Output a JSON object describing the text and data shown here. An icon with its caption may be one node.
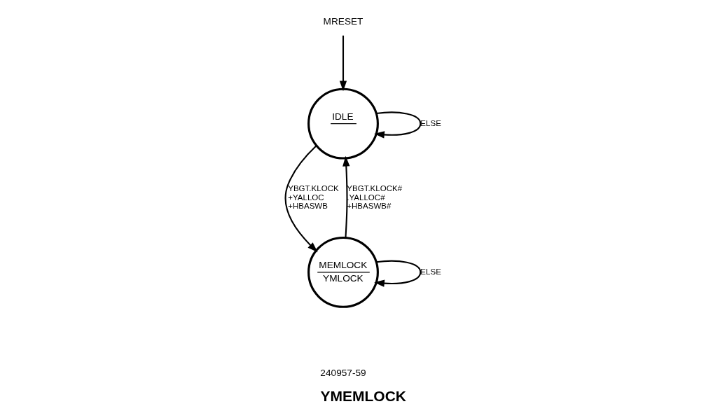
{
  "diagram": {
    "title": "YMEMLOCK",
    "nodes": [
      {
        "text": [
          "MRESET"
        ]
      },
      {
        "text": [
          "IDLE"
        ]
      },
      {
        "text": [
          "MEMLOCK",
          "YMLOCK"
        ]
      }
    ],
    "edges": [
      {
        "from": 0,
        "to": 1,
        "arrow": "to"
      },
      {
        "from": 1,
        "to": 1,
        "arrow": "to",
        "label": "ELSE"
      },
      {
        "from": 1,
        "to": 2,
        "arrow": "to",
        "label": "YBGT.KLOCK +YALLOC +HBASWB"
      },
      {
        "from": 2,
        "to": 1,
        "arrow": "to",
        "label": "YBGT.KLOCK# .YALLOC# +HBASWB#"
      },
      {
        "from": 2,
        "to": 2,
        "arrow": "to",
        "label": "ELSE"
      }
    ],
    "labels": [
      "240957-59"
    ]
  }
}
